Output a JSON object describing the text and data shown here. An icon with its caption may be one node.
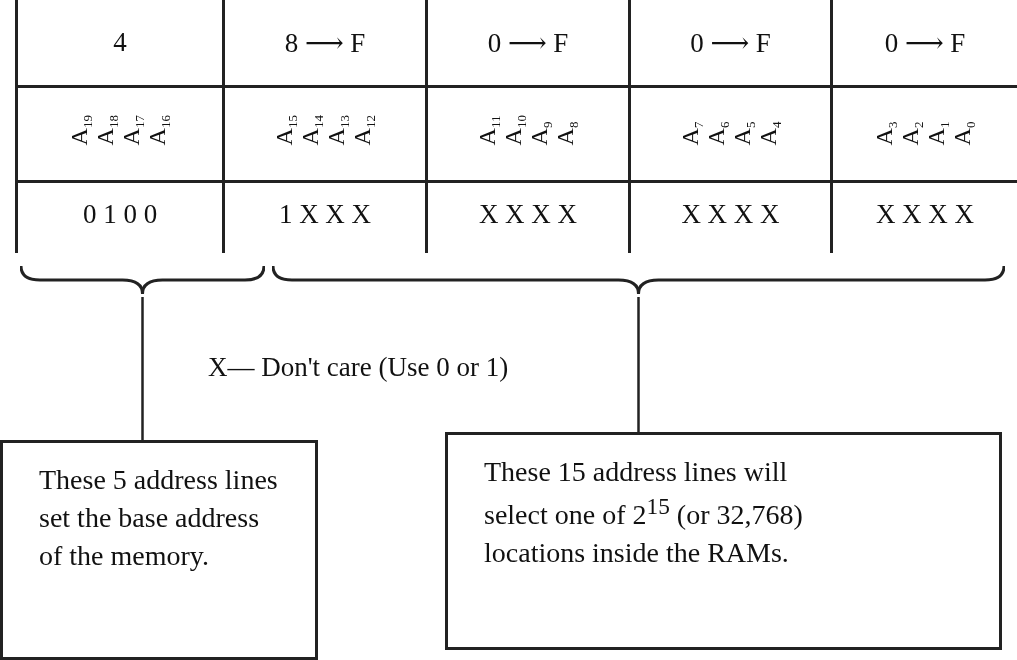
{
  "diagram": {
    "nodes": [
      {
        "text": [],
        "shape": "bracket"
      },
      {
        "text": [],
        "shape": "bracket"
      },
      {
        "text": [
          "These 5 address lines set the base address of the memory."
        ]
      },
      {
        "text": [
          "These 15 address lines will select one of 2$^{15}$ (or 32,768) locations inside the RAMs."
        ]
      }
    ],
    "edges": [
      {
        "from": 0,
        "to": 2,
        "arrow": "none"
      },
      {
        "from": 1,
        "to": 3,
        "arrow": "none"
      }
    ],
    "labels": [
      "4",
      "8 ⟶ F",
      "0 ⟶ F",
      "0 ⟶ F",
      "0 ⟶ F",
      "A$_{19}$",
      "A$_{18}$",
      "A$_{17}$",
      "A$_{16}$",
      "A$_{15}$",
      "A$_{14}$",
      "A$_{13}$",
      "A$_{12}$",
      "A$_{11}$",
      "A$_{10}$",
      "A$_{9}$",
      "A$_{8}$",
      "A$_{7}$",
      "A$_{6}$",
      "A$_{5}$",
      "A$_{4}$",
      "A$_{3}$",
      "A$_{2}$",
      "A$_{1}$",
      "A$_{0}$",
      "0 1 0 0",
      "1 X X X",
      "X X X X",
      "X X X X",
      "X X X X",
      "X— Don't care (Use 0 or 1)"
    ]
  }
}
